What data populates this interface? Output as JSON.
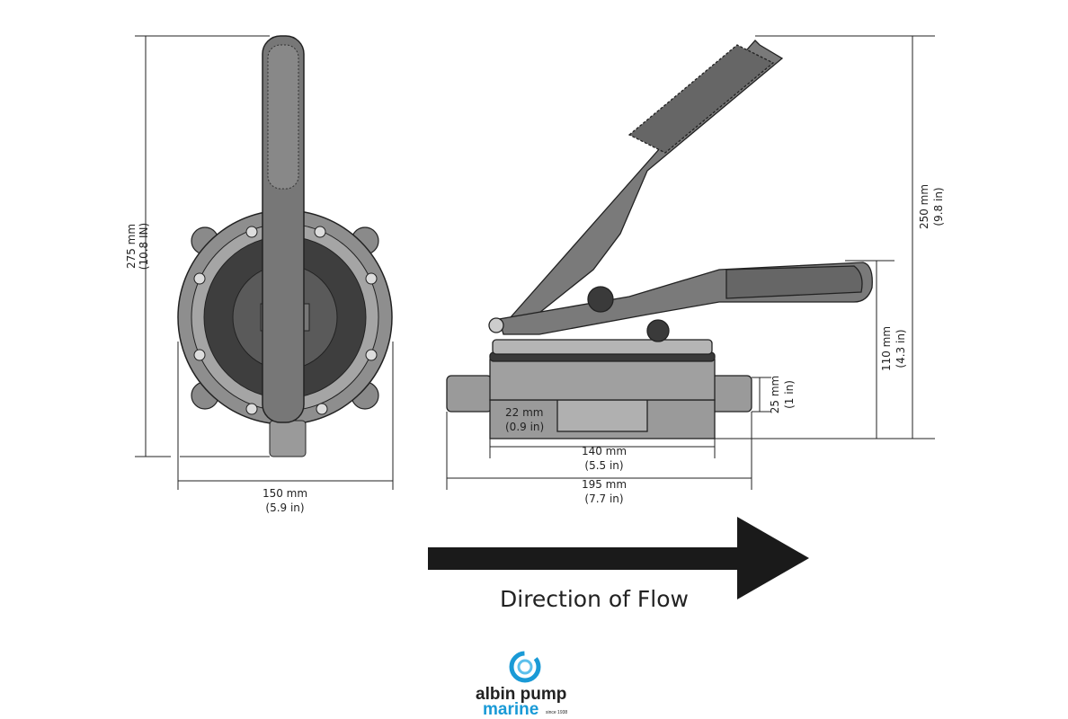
{
  "dimensions": {
    "front_height": {
      "mm": "275 mm",
      "in": "(10.8 IN)"
    },
    "front_width": {
      "mm": "150 mm",
      "in": "(5.9 in)"
    },
    "side_height": {
      "mm": "250 mm",
      "in": "(9.8 in)"
    },
    "lever_height": {
      "mm": "110 mm",
      "in": "(4.3 in)"
    },
    "port_diameter": {
      "mm": "25 mm",
      "in": "(1 in)"
    },
    "base_height": {
      "mm": "22 mm",
      "in": "(0.9 in)"
    },
    "base_length": {
      "mm": "140 mm",
      "in": "(5.5 in)"
    },
    "total_length": {
      "mm": "195 mm",
      "in": "(7.7 in)"
    }
  },
  "flow_label": "Direction of Flow",
  "logo": {
    "line1": "albin pump",
    "line2": "marine",
    "tagline": "since 1938"
  },
  "colors": {
    "pump_body": "#8a8a8a",
    "pump_dark": "#3a3a3a",
    "arrow": "#1a1a1a",
    "logo_blue": "#1a9ad6"
  }
}
